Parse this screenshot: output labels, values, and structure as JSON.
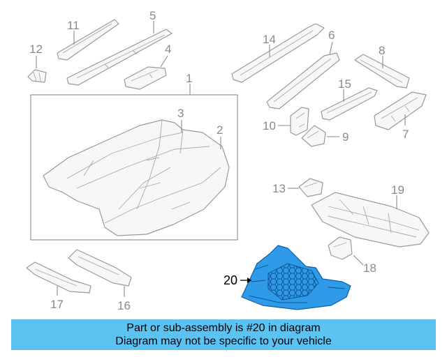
{
  "callouts": {
    "c1": "1",
    "c2": "2",
    "c3": "3",
    "c4": "4",
    "c5": "5",
    "c6": "6",
    "c7": "7",
    "c8": "8",
    "c9": "9",
    "c10": "10",
    "c11": "11",
    "c12": "12",
    "c13": "13",
    "c14": "14",
    "c15": "15",
    "c16": "16",
    "c17": "17",
    "c18": "18",
    "c19": "19",
    "c20": "20"
  },
  "banner": {
    "line1": "Part or sub-assembly is #20 in diagram",
    "line2": "Diagram may not be specific to your vehicle",
    "color": "#5bc2f2"
  },
  "highlight_color": "#2f9be8"
}
